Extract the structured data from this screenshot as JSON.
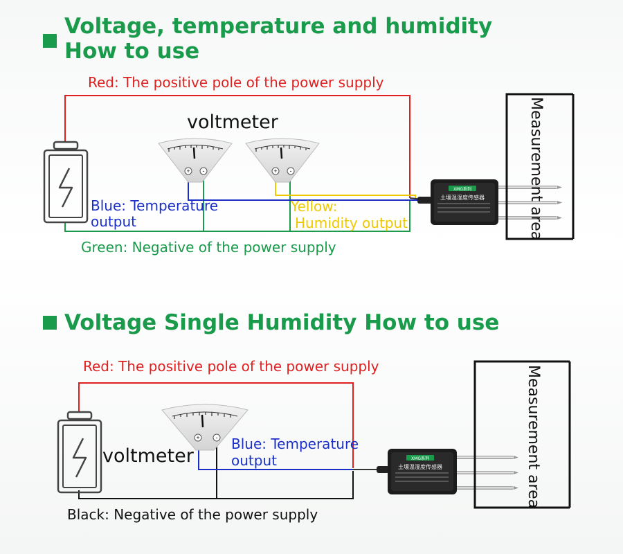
{
  "section1": {
    "title_line1": "Voltage, temperature and humidity",
    "title_line2": "How to use",
    "red_label": "Red: The positive pole of the power supply",
    "voltmeter_label": "voltmeter",
    "blue_label_line1": "Blue: Temperature",
    "blue_label_line2": "output",
    "yellow_label_line1": "Yellow:",
    "yellow_label_line2": "Humidity output",
    "green_label": "Green: Negative of the power supply",
    "measurement_label": "Measurement area"
  },
  "section2": {
    "title": "Voltage Single Humidity How to use",
    "red_label": "Red: The positive pole of the power supply",
    "voltmeter_label": "voltmeter",
    "blue_label_line1": "Blue: Temperature",
    "blue_label_line2": "output",
    "black_label": "Black: Negative of the power supply",
    "measurement_label": "Measurement area"
  },
  "sensor": {
    "title": "土壤温湿度传感器",
    "brand": "XMG系列"
  },
  "colors": {
    "accent": "#1a9b4b",
    "red": "#e02020",
    "blue": "#1a2fc8",
    "yellow": "#f0c800",
    "green": "#1a9b4b",
    "black": "#111111"
  }
}
